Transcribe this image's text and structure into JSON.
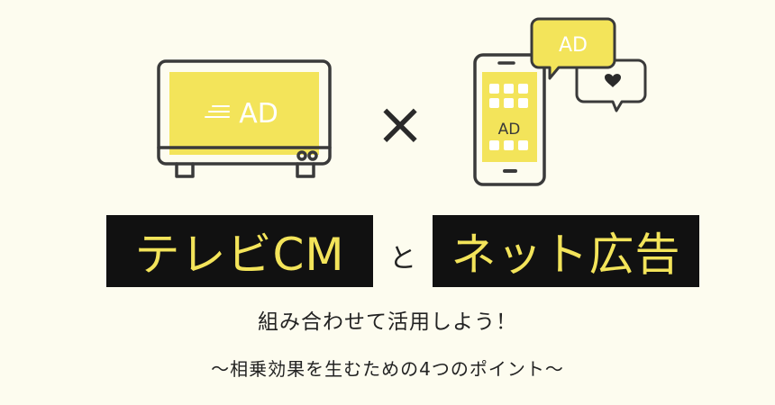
{
  "colors": {
    "background": "#fdfcef",
    "accent_yellow": "#f3e45a",
    "label_bg": "#111111",
    "stroke": "#3a3a3a"
  },
  "illustration": {
    "tv_screen_text": "AD",
    "times_sign": "×",
    "phone_screen_text": "AD",
    "speech_bubble_text": "AD",
    "icons": [
      "tv-icon",
      "smartphone-icon",
      "speech-bubble-icon",
      "heart-icon"
    ]
  },
  "headline": {
    "left_label": "テレビCM",
    "connector": "と",
    "right_label": "ネット広告"
  },
  "subtitle": "組み合わせて活用しよう！",
  "subtitle2": "〜相乗効果を生むための4つのポイント〜"
}
